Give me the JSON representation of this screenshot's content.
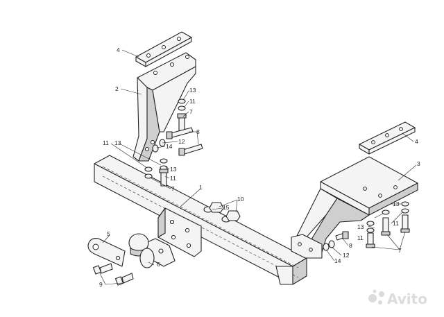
{
  "callouts": [
    {
      "id": "c4a",
      "label": "4"
    },
    {
      "id": "c2",
      "label": "2"
    },
    {
      "id": "c13a",
      "label": "13"
    },
    {
      "id": "c11a",
      "label": "11"
    },
    {
      "id": "c7a",
      "label": "7"
    },
    {
      "id": "c8a",
      "label": "8"
    },
    {
      "id": "c12a",
      "label": "12"
    },
    {
      "id": "c14a",
      "label": "14"
    },
    {
      "id": "c11b",
      "label": "11"
    },
    {
      "id": "c13b",
      "label": "13"
    },
    {
      "id": "c13c",
      "label": "13"
    },
    {
      "id": "c11c",
      "label": "11"
    },
    {
      "id": "c7b",
      "label": "7"
    },
    {
      "id": "c1",
      "label": "1"
    },
    {
      "id": "c10",
      "label": "10"
    },
    {
      "id": "c15",
      "label": "15"
    },
    {
      "id": "c4b",
      "label": "4"
    },
    {
      "id": "c3",
      "label": "3"
    },
    {
      "id": "c13d",
      "label": "13"
    },
    {
      "id": "c11d",
      "label": "11"
    },
    {
      "id": "c13e",
      "label": "13"
    },
    {
      "id": "c11e",
      "label": "11"
    },
    {
      "id": "c8b",
      "label": "8"
    },
    {
      "id": "c12b",
      "label": "12"
    },
    {
      "id": "c14b",
      "label": "14"
    },
    {
      "id": "c7c",
      "label": "7"
    },
    {
      "id": "c5",
      "label": "5"
    },
    {
      "id": "c6",
      "label": "6"
    },
    {
      "id": "c9",
      "label": "9"
    }
  ],
  "watermark": {
    "text": "Avito"
  }
}
